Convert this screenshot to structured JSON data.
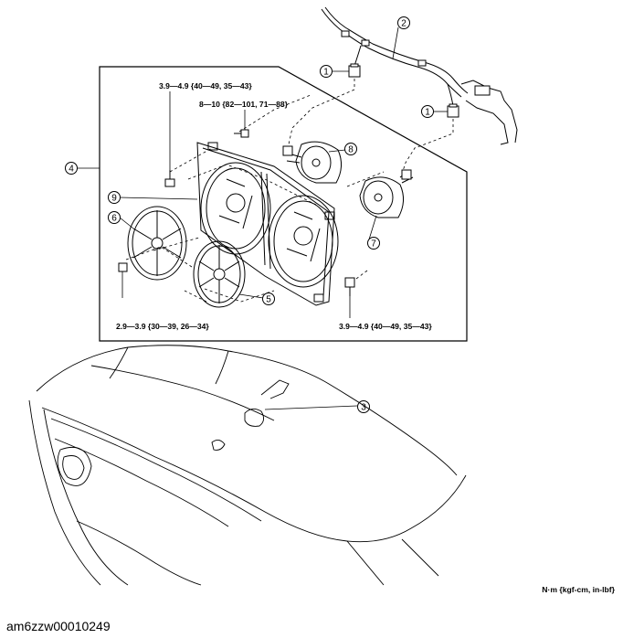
{
  "diagram": {
    "callouts": {
      "c1a": "1",
      "c1b": "1",
      "c2": "2",
      "c3": "3",
      "c4": "4",
      "c5": "5",
      "c6": "6",
      "c7": "7",
      "c8": "8",
      "c9": "9"
    },
    "torques": {
      "top_bolt": "3.9—4.9 {40—49, 35—43}",
      "motor_bolt": "8—10 {82—101, 71—88}",
      "lower_nut": "2.9—3.9 {30—39, 26—34}",
      "right_bolt": "3.9—4.9 {40—49, 35—43}"
    },
    "units_note": "N·m {kgf-cm, in-lbf}",
    "image_id": "am6zzw00010249"
  }
}
